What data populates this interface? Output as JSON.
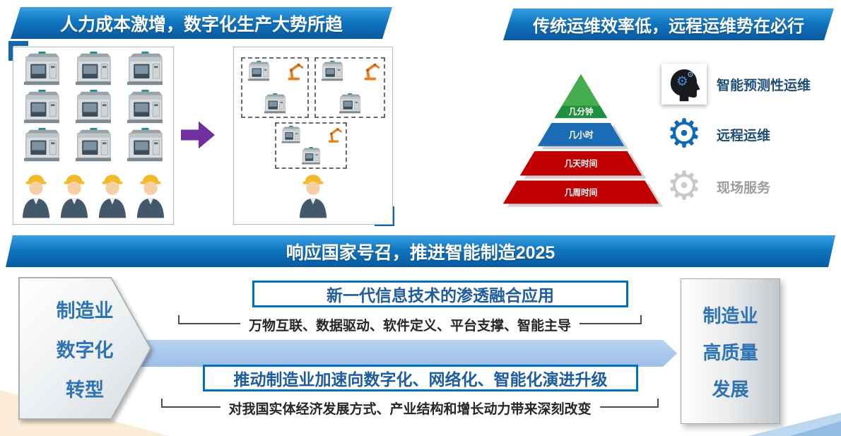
{
  "slide": {
    "top_left": {
      "banner": "人力成本激增，数字化生产大势所趋",
      "machines_before": 9,
      "workers_before": 4,
      "automated_cells": 3,
      "workers_after": 1
    },
    "top_right": {
      "banner": "传统运维效率低，远程运维势在必行",
      "pyramid": [
        {
          "label": "几分钟",
          "color": "#45ad4e",
          "band_color": "#1e8f3d"
        },
        {
          "label": "几小时",
          "color": "#1b6cb5"
        },
        {
          "label": "几天时间",
          "color": "#c00000"
        },
        {
          "label": "几周时间",
          "color": "#c00000"
        }
      ],
      "legend": [
        {
          "label": "智能预测性运维",
          "icon": "head-gears-icon",
          "color": "#1f4e79"
        },
        {
          "label": "远程运维",
          "icon": "gear-blue-icon",
          "color": "#1f4e79"
        },
        {
          "label": "现场服务",
          "icon": "gear-gray-icon",
          "color": "#9d9d9d"
        }
      ]
    },
    "bottom": {
      "banner": "响应国家号召，推进智能制造2025",
      "left_label_lines": [
        "制造业",
        "数字化",
        "转型"
      ],
      "right_label_lines": [
        "制造业",
        "高质量",
        "发展"
      ],
      "upper_box": "新一代信息技术的渗透融合应用",
      "upper_caption": "万物互联、数据驱动、软件定义、平台支撑、智能主导",
      "lower_box": "推动制造业加速向数字化、网络化、智能化演进升级",
      "lower_caption": "对我国实体经济发展方式、产业结构和增长动力带来深刻改变"
    },
    "colors": {
      "banner_blue": "#0a5ca6",
      "accent_blue": "#0070c0",
      "purple_arrow": "#7030a0",
      "flow_arrow_blue": "#a3c6ec",
      "pyramid_red": "#c00000"
    }
  }
}
